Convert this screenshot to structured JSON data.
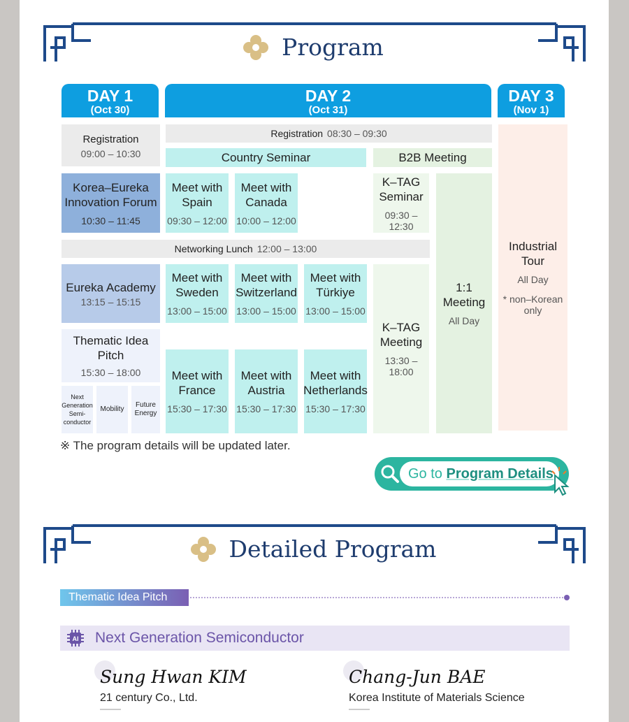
{
  "program": {
    "title": "Program",
    "day1": {
      "label": "DAY 1",
      "date": "(Oct 30)"
    },
    "day2": {
      "label": "DAY 2",
      "date": "(Oct 31)"
    },
    "day3": {
      "label": "DAY 3",
      "date": "(Nov 1)"
    },
    "reg1": {
      "title": "Registration",
      "time": "09:00 – 10:30"
    },
    "reg2": {
      "title": "Registration",
      "time": "08:30 – 09:30"
    },
    "country_seminar": "Country Seminar",
    "b2b_meeting": "B2B Meeting",
    "forum": {
      "title": "Korea–Eureka Innovation Forum",
      "time": "10:30 – 11:45"
    },
    "spain": {
      "title": "Meet with Spain",
      "time": "09:30 – 12:00"
    },
    "canada": {
      "title": "Meet with Canada",
      "time": "10:00 – 12:00"
    },
    "ktag_seminar": {
      "title": "K–TAG Seminar",
      "time": "09:30 – 12:30"
    },
    "one_meeting": {
      "title": "1:1 Meeting",
      "time": "All Day"
    },
    "lunch": {
      "title": "Networking Lunch",
      "time": "12:00 – 13:00"
    },
    "academy": {
      "title": "Eureka Academy",
      "time": "13:15 – 15:15"
    },
    "sweden": {
      "title": "Meet with Sweden",
      "time": "13:00 – 15:00"
    },
    "switzerland": {
      "title": "Meet with Switzerland",
      "time": "13:00 – 15:00"
    },
    "turkiye": {
      "title": "Meet with Türkiye",
      "time": "13:00 – 15:00"
    },
    "ktag_meeting": {
      "title": "K–TAG Meeting",
      "time": "13:30 – 18:00"
    },
    "pitch": {
      "title": "Thematic Idea Pitch",
      "time": "15:30 – 18:00"
    },
    "tracks": [
      "Next Generation Semi-conductor",
      "Mobility",
      "Future Energy"
    ],
    "france": {
      "title": "Meet with France",
      "time": "15:30 – 17:30"
    },
    "austria": {
      "title": "Meet with Austria",
      "time": "15:30 – 17:30"
    },
    "netherlands": {
      "title": "Meet with Netherlands",
      "time": "15:30 – 17:30"
    },
    "tour": {
      "title": "Industrial Tour",
      "time": "All Day",
      "note": "* non–Korean only"
    },
    "footnote": "※ The program details will be updated later.",
    "button": {
      "prefix": "Go to",
      "strong": "Program Details"
    }
  },
  "detailed": {
    "title": "Detailed Program",
    "tag": "Thematic Idea Pitch",
    "section": "Next Generation Semiconductor",
    "speakers": [
      {
        "name": "Sung Hwan KIM",
        "org": "21 century Co., Ltd."
      },
      {
        "name": "Chang-Jun BAE",
        "org": "Korea Institute of Materials Science"
      }
    ]
  },
  "colors": {
    "accent": "#0e9ee0",
    "navy": "#1e3c6e",
    "teal": "#2cb5a0",
    "purple": "#6b55a8"
  }
}
